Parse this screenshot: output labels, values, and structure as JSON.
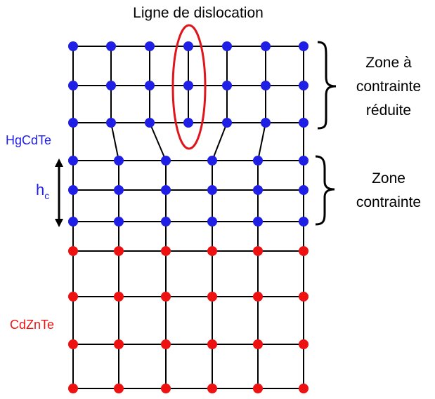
{
  "title": "Ligne de dislocation",
  "zones": {
    "reduced_line1": "Zone à",
    "reduced_line2": "contrainte",
    "reduced_line3": "réduite",
    "strained_line1": "Zone",
    "strained_line2": "contrainte"
  },
  "materials": {
    "top": "HgCdTe",
    "bottom": "CdZnTe"
  },
  "thickness": {
    "symbol": "h",
    "subscript": "c"
  },
  "colors": {
    "hgcdte": "#1f1fe6",
    "cdznte": "#ee1111",
    "dislocation_marker": "#e0151b",
    "bonds": "#000000"
  },
  "lattice": {
    "upper_rows": 3,
    "upper_columns": 7,
    "middle_rows": 3,
    "middle_columns": 6,
    "lower_rows": 4,
    "lower_columns": 6
  }
}
